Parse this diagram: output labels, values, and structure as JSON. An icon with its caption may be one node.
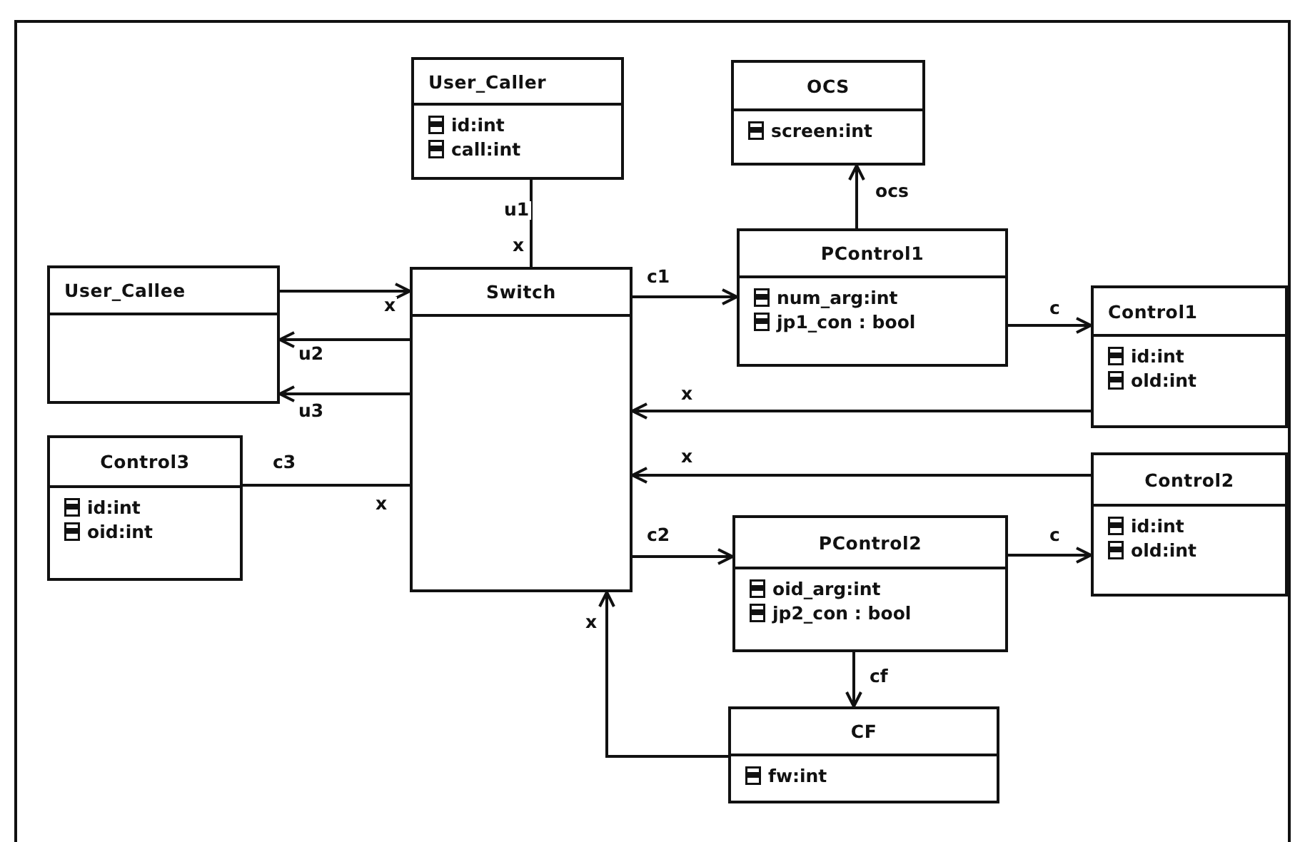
{
  "diagram": {
    "nodes": [
      {
        "text": [
          "User_Caller",
          "id:int",
          "call:int"
        ]
      },
      {
        "text": [
          "OCS",
          "screen:int"
        ]
      },
      {
        "text": [
          "User_Callee"
        ]
      },
      {
        "text": [
          "Switch"
        ]
      },
      {
        "text": [
          "PControl1",
          "num_arg:int",
          "jp1_con : bool"
        ]
      },
      {
        "text": [
          "Control1",
          "id:int",
          "old:int"
        ]
      },
      {
        "text": [
          "Control3",
          "id:int",
          "oid:int"
        ]
      },
      {
        "text": [
          "Control2",
          "id:int",
          "old:int"
        ]
      },
      {
        "text": [
          "PControl2",
          "oid_arg:int",
          "jp2_con : bool"
        ]
      },
      {
        "text": [
          "CF",
          "fw:int"
        ]
      }
    ],
    "edges": [
      {
        "from": 0,
        "to": 3,
        "arrow": "none",
        "label": "u1"
      },
      {
        "from": 2,
        "to": 3,
        "arrow": "to",
        "label": "x"
      },
      {
        "from": 3,
        "to": 2,
        "arrow": "to",
        "label": "u2"
      },
      {
        "from": 3,
        "to": 2,
        "arrow": "to",
        "label": "u3"
      },
      {
        "from": 3,
        "to": 4,
        "arrow": "to",
        "label": "c1"
      },
      {
        "from": 4,
        "to": 1,
        "arrow": "to",
        "label": "ocs"
      },
      {
        "from": 4,
        "to": 5,
        "arrow": "to",
        "label": "c"
      },
      {
        "from": 5,
        "to": 3,
        "arrow": "to",
        "label": "x"
      },
      {
        "from": 6,
        "to": 3,
        "arrow": "none",
        "label": "c3"
      },
      {
        "from": 7,
        "to": 3,
        "arrow": "to",
        "label": "x"
      },
      {
        "from": 3,
        "to": 8,
        "arrow": "to",
        "label": "c2"
      },
      {
        "from": 8,
        "to": 7,
        "arrow": "to",
        "label": "c"
      },
      {
        "from": 8,
        "to": 9,
        "arrow": "to",
        "label": "cf"
      },
      {
        "from": 9,
        "to": 3,
        "arrow": "to",
        "label": "x"
      }
    ],
    "labels": [
      "x",
      "x"
    ]
  }
}
